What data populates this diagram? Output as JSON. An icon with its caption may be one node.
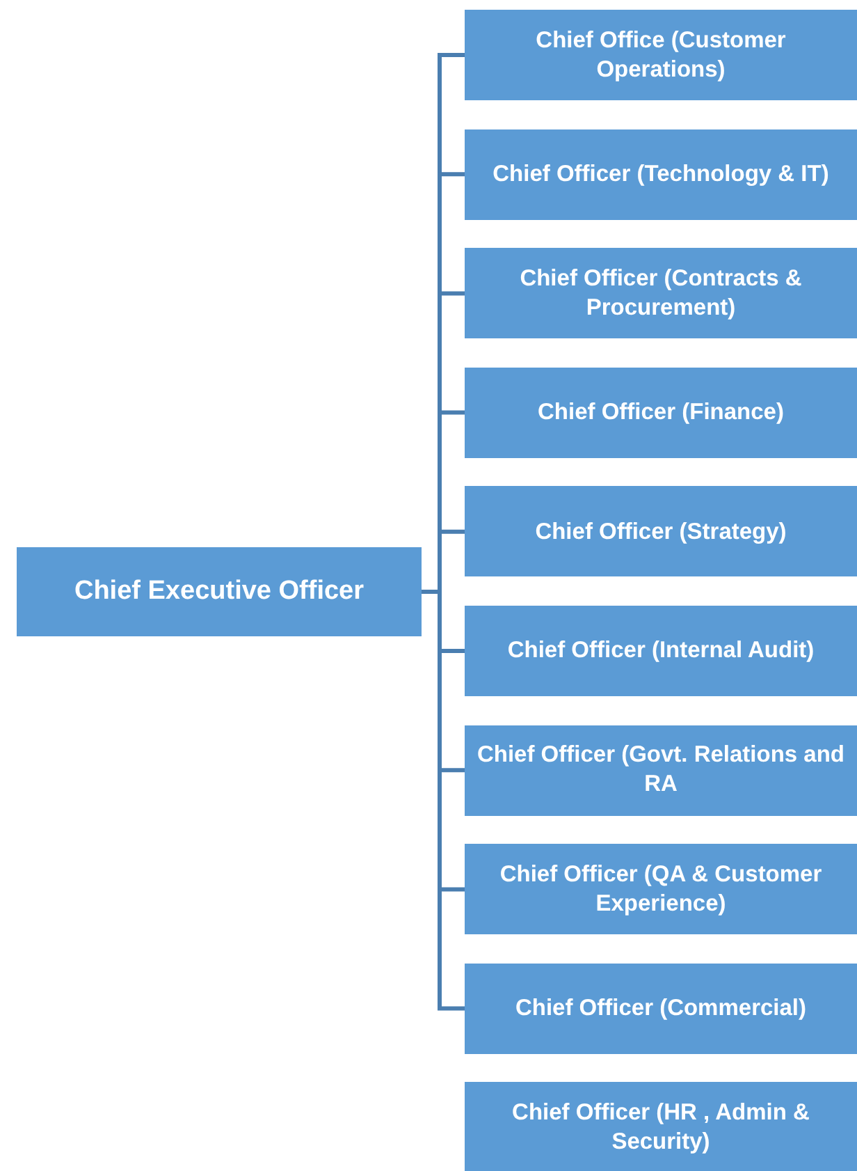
{
  "diagram": {
    "nodes": [
      {
        "text": [
          "Chief Executive Officer"
        ]
      },
      {
        "text": [
          "Chief Office (Customer Operations)"
        ]
      },
      {
        "text": [
          "Chief Officer (Technology & IT)"
        ]
      },
      {
        "text": [
          "Chief Officer (Contracts & Procurement)"
        ]
      },
      {
        "text": [
          "Chief Officer (Finance)"
        ]
      },
      {
        "text": [
          "Chief Officer (Strategy)"
        ]
      },
      {
        "text": [
          "Chief Officer (Internal Audit)"
        ]
      },
      {
        "text": [
          "Chief Officer (Govt. Relations and RA"
        ]
      },
      {
        "text": [
          "Chief Officer (QA & Customer Experience)"
        ]
      },
      {
        "text": [
          "Chief Officer (Commercial)"
        ]
      },
      {
        "text": [
          "Chief Officer (HR , Admin & Security)"
        ]
      }
    ],
    "edges": [
      {
        "from": 0,
        "to": 1,
        "arrow": "none"
      },
      {
        "from": 0,
        "to": 2,
        "arrow": "none"
      },
      {
        "from": 0,
        "to": 3,
        "arrow": "none"
      },
      {
        "from": 0,
        "to": 4,
        "arrow": "none"
      },
      {
        "from": 0,
        "to": 5,
        "arrow": "none"
      },
      {
        "from": 0,
        "to": 6,
        "arrow": "none"
      },
      {
        "from": 0,
        "to": 7,
        "arrow": "none"
      },
      {
        "from": 0,
        "to": 8,
        "arrow": "none"
      },
      {
        "from": 0,
        "to": 9,
        "arrow": "none"
      }
    ]
  }
}
